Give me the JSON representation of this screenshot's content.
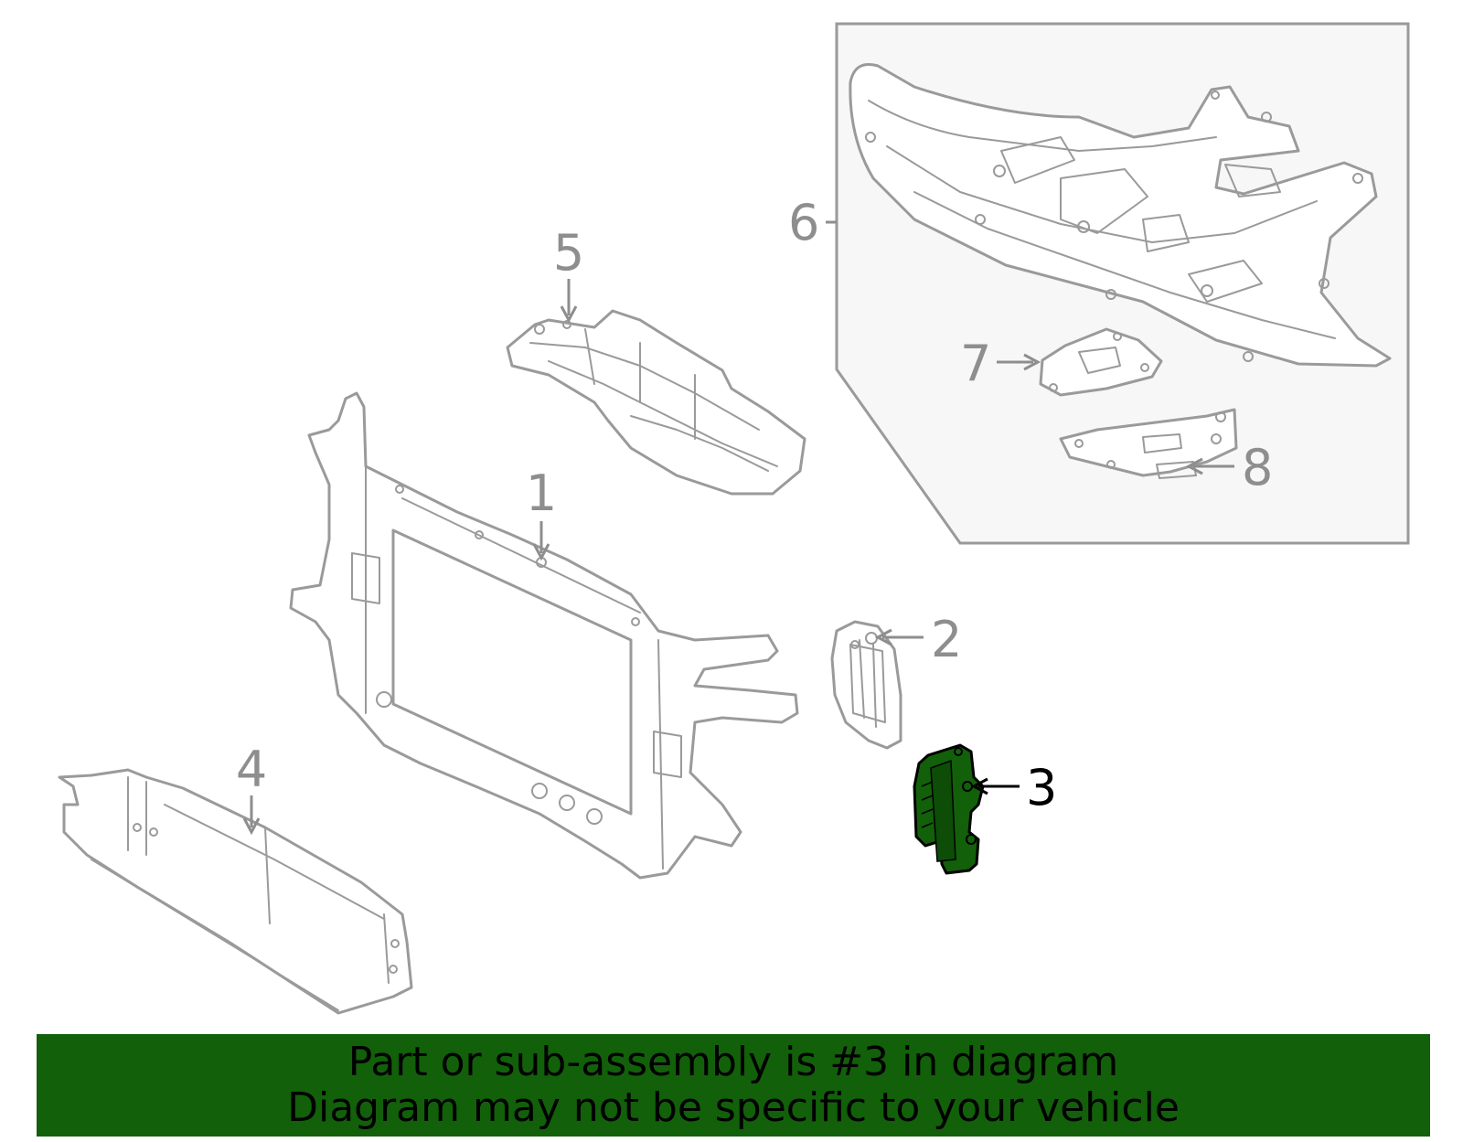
{
  "callouts": {
    "p1": "1",
    "p2": "2",
    "p3": "3",
    "p4": "4",
    "p5": "5",
    "p6": "6",
    "p7": "7",
    "p8": "8"
  },
  "highlight": {
    "part_number": "3",
    "color": "#12600a"
  },
  "banner": {
    "line1": "Part or sub-assembly is #3 in diagram",
    "line2": "Diagram may not be specific to your vehicle",
    "background": "#12600a"
  },
  "colors": {
    "part_outline": "#9a9a9a",
    "inset_background": "#f7f7f7"
  }
}
